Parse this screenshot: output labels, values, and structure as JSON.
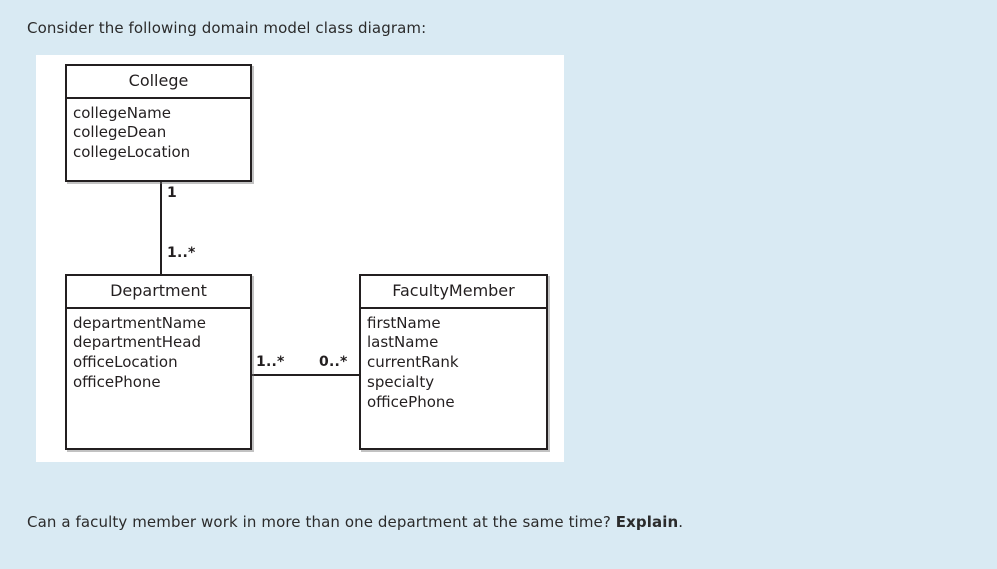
{
  "prompt": "Consider the following domain model class diagram:",
  "question": {
    "text": "Can a faculty member work in more than one department at the same time? ",
    "emphasis": "Explain",
    "suffix": "."
  },
  "diagram": {
    "type": "uml-class-diagram",
    "classes": [
      {
        "id": "college",
        "name": "College",
        "attributes": [
          "collegeName",
          "collegeDean",
          "collegeLocation"
        ]
      },
      {
        "id": "department",
        "name": "Department",
        "attributes": [
          "departmentName",
          "departmentHead",
          "officeLocation",
          "officePhone"
        ]
      },
      {
        "id": "faculty",
        "name": "FacultyMember",
        "attributes": [
          "firstName",
          "lastName",
          "currentRank",
          "specialty",
          "officePhone"
        ]
      }
    ],
    "associations": [
      {
        "id": "college-department",
        "from": "college",
        "to": "department",
        "orientation": "vertical",
        "from_multiplicity": "1",
        "to_multiplicity": "1..*"
      },
      {
        "id": "department-faculty",
        "from": "department",
        "to": "faculty",
        "orientation": "horizontal",
        "from_multiplicity": "1..*",
        "to_multiplicity": "0..*"
      }
    ]
  },
  "colors": {
    "page_background": "#d9eaf3",
    "canvas_background": "#ffffff",
    "line": "#231f20",
    "text": "#2b2b2b"
  }
}
